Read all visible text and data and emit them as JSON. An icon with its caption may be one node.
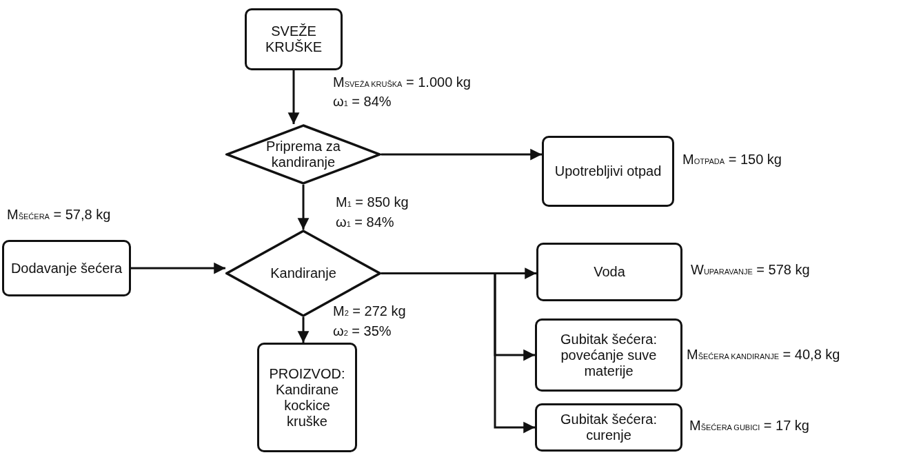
{
  "diagram": {
    "nodes": [
      {
        "text": [
          "SVEŽE KRUŠKE"
        ]
      },
      {
        "text": [
          "Priprema za kandiranje"
        ]
      },
      {
        "text": [
          "Upotrebljivi otpad"
        ],
        "beside": [
          "M$_{OTPADA}$ = 150 kg"
        ]
      },
      {
        "text": [
          "Dodavanje šećera"
        ],
        "beside": [
          "M$_{ŠEĆERA}$ = 57,8 kg"
        ]
      },
      {
        "text": [
          "Kandiranje"
        ]
      },
      {
        "text": [
          "Voda"
        ],
        "beside": [
          "W$_{UPARAVANJE}$ = 578 kg"
        ]
      },
      {
        "text": [
          "Gubitak šećera: povećanje suve materije"
        ],
        "beside": [
          "M$_{ŠEĆERA KANDIRANJE}$ = 40,8 kg"
        ]
      },
      {
        "text": [
          "Gubitak šećera: curenje"
        ],
        "beside": [
          "M$_{ŠEĆERA GUBICI}$ = 17 kg"
        ]
      },
      {
        "text": [
          "PROIZVOD: Kandirane kockice kruške"
        ]
      }
    ],
    "edges": [
      {
        "from": 0,
        "to": 1,
        "arrow": "to"
      },
      {
        "from": 1,
        "to": 2,
        "arrow": "to"
      },
      {
        "from": 1,
        "to": 4,
        "arrow": "to"
      },
      {
        "from": 3,
        "to": 4,
        "arrow": "to"
      },
      {
        "from": 4,
        "to": 5,
        "arrow": "to"
      },
      {
        "from": 4,
        "to": 6,
        "arrow": "to"
      },
      {
        "from": 4,
        "to": 7,
        "arrow": "to"
      },
      {
        "from": 4,
        "to": 8,
        "arrow": "to"
      }
    ],
    "labels": [
      "M$_{SVEŽA KRUŠKA}$ = 1.000 kg",
      "ω$_{1}$ = 84%",
      "M$_{1}$ = 850 kg",
      "ω$_{1}$ = 84%",
      "M$_{2}$ = 272 kg",
      "ω$_{2}$ = 35%"
    ]
  }
}
